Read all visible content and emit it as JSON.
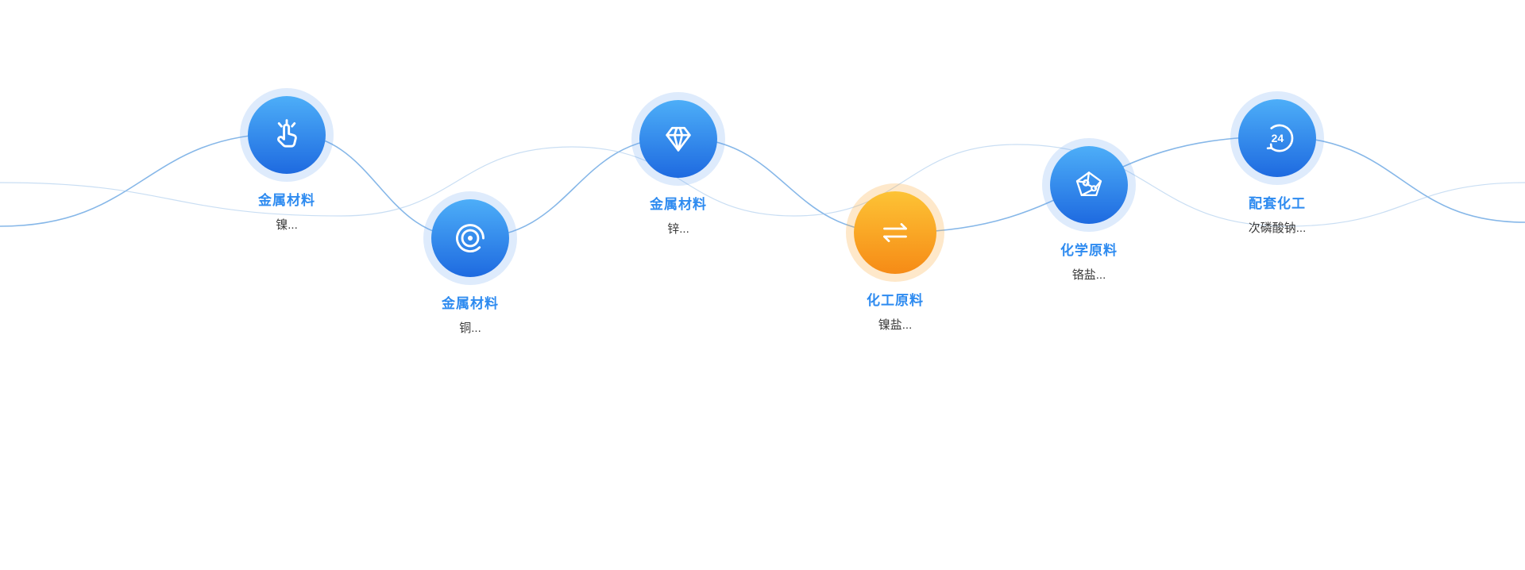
{
  "colors": {
    "accent_blue": "#2e8bf0",
    "node_blue_top": "#4daef8",
    "node_blue_bottom": "#1e6ae0",
    "node_orange_top": "#fdc335",
    "node_orange_bottom": "#f68b16",
    "wave_main": "#5e9fe0",
    "wave_light": "#9cc2ea",
    "subtitle_text": "#3a3a3a"
  },
  "nodes": [
    {
      "label": "金属材料",
      "subtitle": "镍...",
      "icon": "click-hand-icon",
      "theme": "blue"
    },
    {
      "label": "金属材料",
      "subtitle": "铜...",
      "icon": "concentric-rings-icon",
      "theme": "blue"
    },
    {
      "label": "金属材料",
      "subtitle": "锌...",
      "icon": "diamond-icon",
      "theme": "blue"
    },
    {
      "label": "化工原料",
      "subtitle": "镍盐...",
      "icon": "exchange-arrows-icon",
      "theme": "orange"
    },
    {
      "label": "化学原料",
      "subtitle": "铬盐...",
      "icon": "pentagon-molecule-icon",
      "theme": "blue"
    },
    {
      "label": "配套化工",
      "subtitle": "次磷酸钠...",
      "icon": "24-hour-icon",
      "theme": "blue",
      "icon_text": "24"
    }
  ]
}
